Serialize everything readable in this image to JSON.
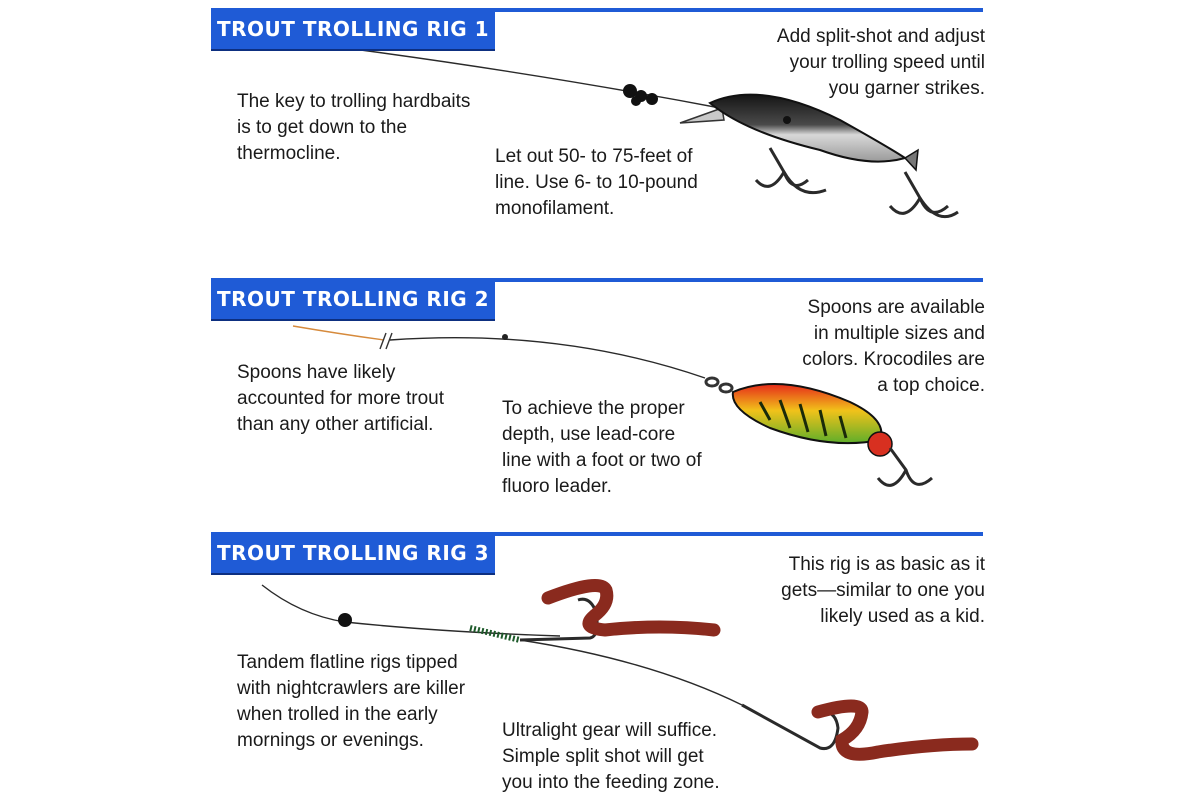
{
  "colors": {
    "header_blue": "#1f5bd6",
    "lead_core_line": "#d68a3c",
    "worm": "#8a2a1e",
    "hook": "#2a2a2a"
  },
  "rig1": {
    "title": "TROUT TROLLING  RIG 1",
    "note_left": "The key to trolling hardbaits\nis to get down to the\nthermocline.",
    "note_center": "Let out 50- to 75-feet of\nline. Use 6- to 10-pound\nmonofilament.",
    "note_right": "Add split-shot and adjust\nyour trolling speed until\nyou garner strikes."
  },
  "rig2": {
    "title": "TROUT TROLLING  RIG 2",
    "note_left": "Spoons have likely\naccounted for more trout\nthan any other artificial.",
    "note_center": "To achieve the proper\ndepth, use lead-core\nline with a foot or two of\nfluoro leader.",
    "note_right": "Spoons are available\nin multiple sizes and\ncolors. Krocodiles are\na top choice."
  },
  "rig3": {
    "title": "TROUT TROLLING  RIG 3",
    "note_left": "Tandem flatline rigs tipped\nwith nightcrawlers are killer\nwhen trolled in the early\nmornings or evenings.",
    "note_center": "Ultralight gear will suffice.\nSimple split shot will get\nyou into the feeding zone.",
    "note_right": "This rig is as basic as it\ngets—similar to one you\nlikely used as a kid."
  }
}
